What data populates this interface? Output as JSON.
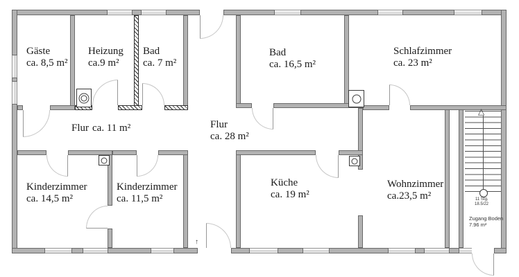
{
  "rooms": [
    {
      "name": "Gäste",
      "area": "ca. 8,5 m²"
    },
    {
      "name": "Heizung",
      "area": "ca.9 m²"
    },
    {
      "name": "Bad",
      "area": "ca. 7 m²"
    },
    {
      "name": "Bad",
      "area": "ca. 16,5 m²"
    },
    {
      "name": "Schlafzimmer",
      "area": "ca. 23 m²"
    },
    {
      "name": "Flur",
      "area": "ca. 11 m²"
    },
    {
      "name": "Flur",
      "area": "ca. 28 m²"
    },
    {
      "name": "Kinderzimmer",
      "area": "ca. 14,5 m²"
    },
    {
      "name": "Kinderzimmer",
      "area": "ca. 11,5 m²"
    },
    {
      "name": "Küche",
      "area": "ca. 19 m²"
    },
    {
      "name": "Wohnzimmer",
      "area": "ca.23,5 m²"
    }
  ],
  "stair": {
    "steps": "11 Stg.",
    "dims": "18.5/22",
    "arrow": "△"
  },
  "attic": {
    "label": "Zugang Boden",
    "area": "7.96 m²"
  },
  "entrance_mark": "↑",
  "colors": {
    "wall_fill": "#b2b2b2",
    "wall_outline": "#6a6a6a",
    "hatch": "#2e2e2e",
    "text": "#1a1a1a"
  }
}
